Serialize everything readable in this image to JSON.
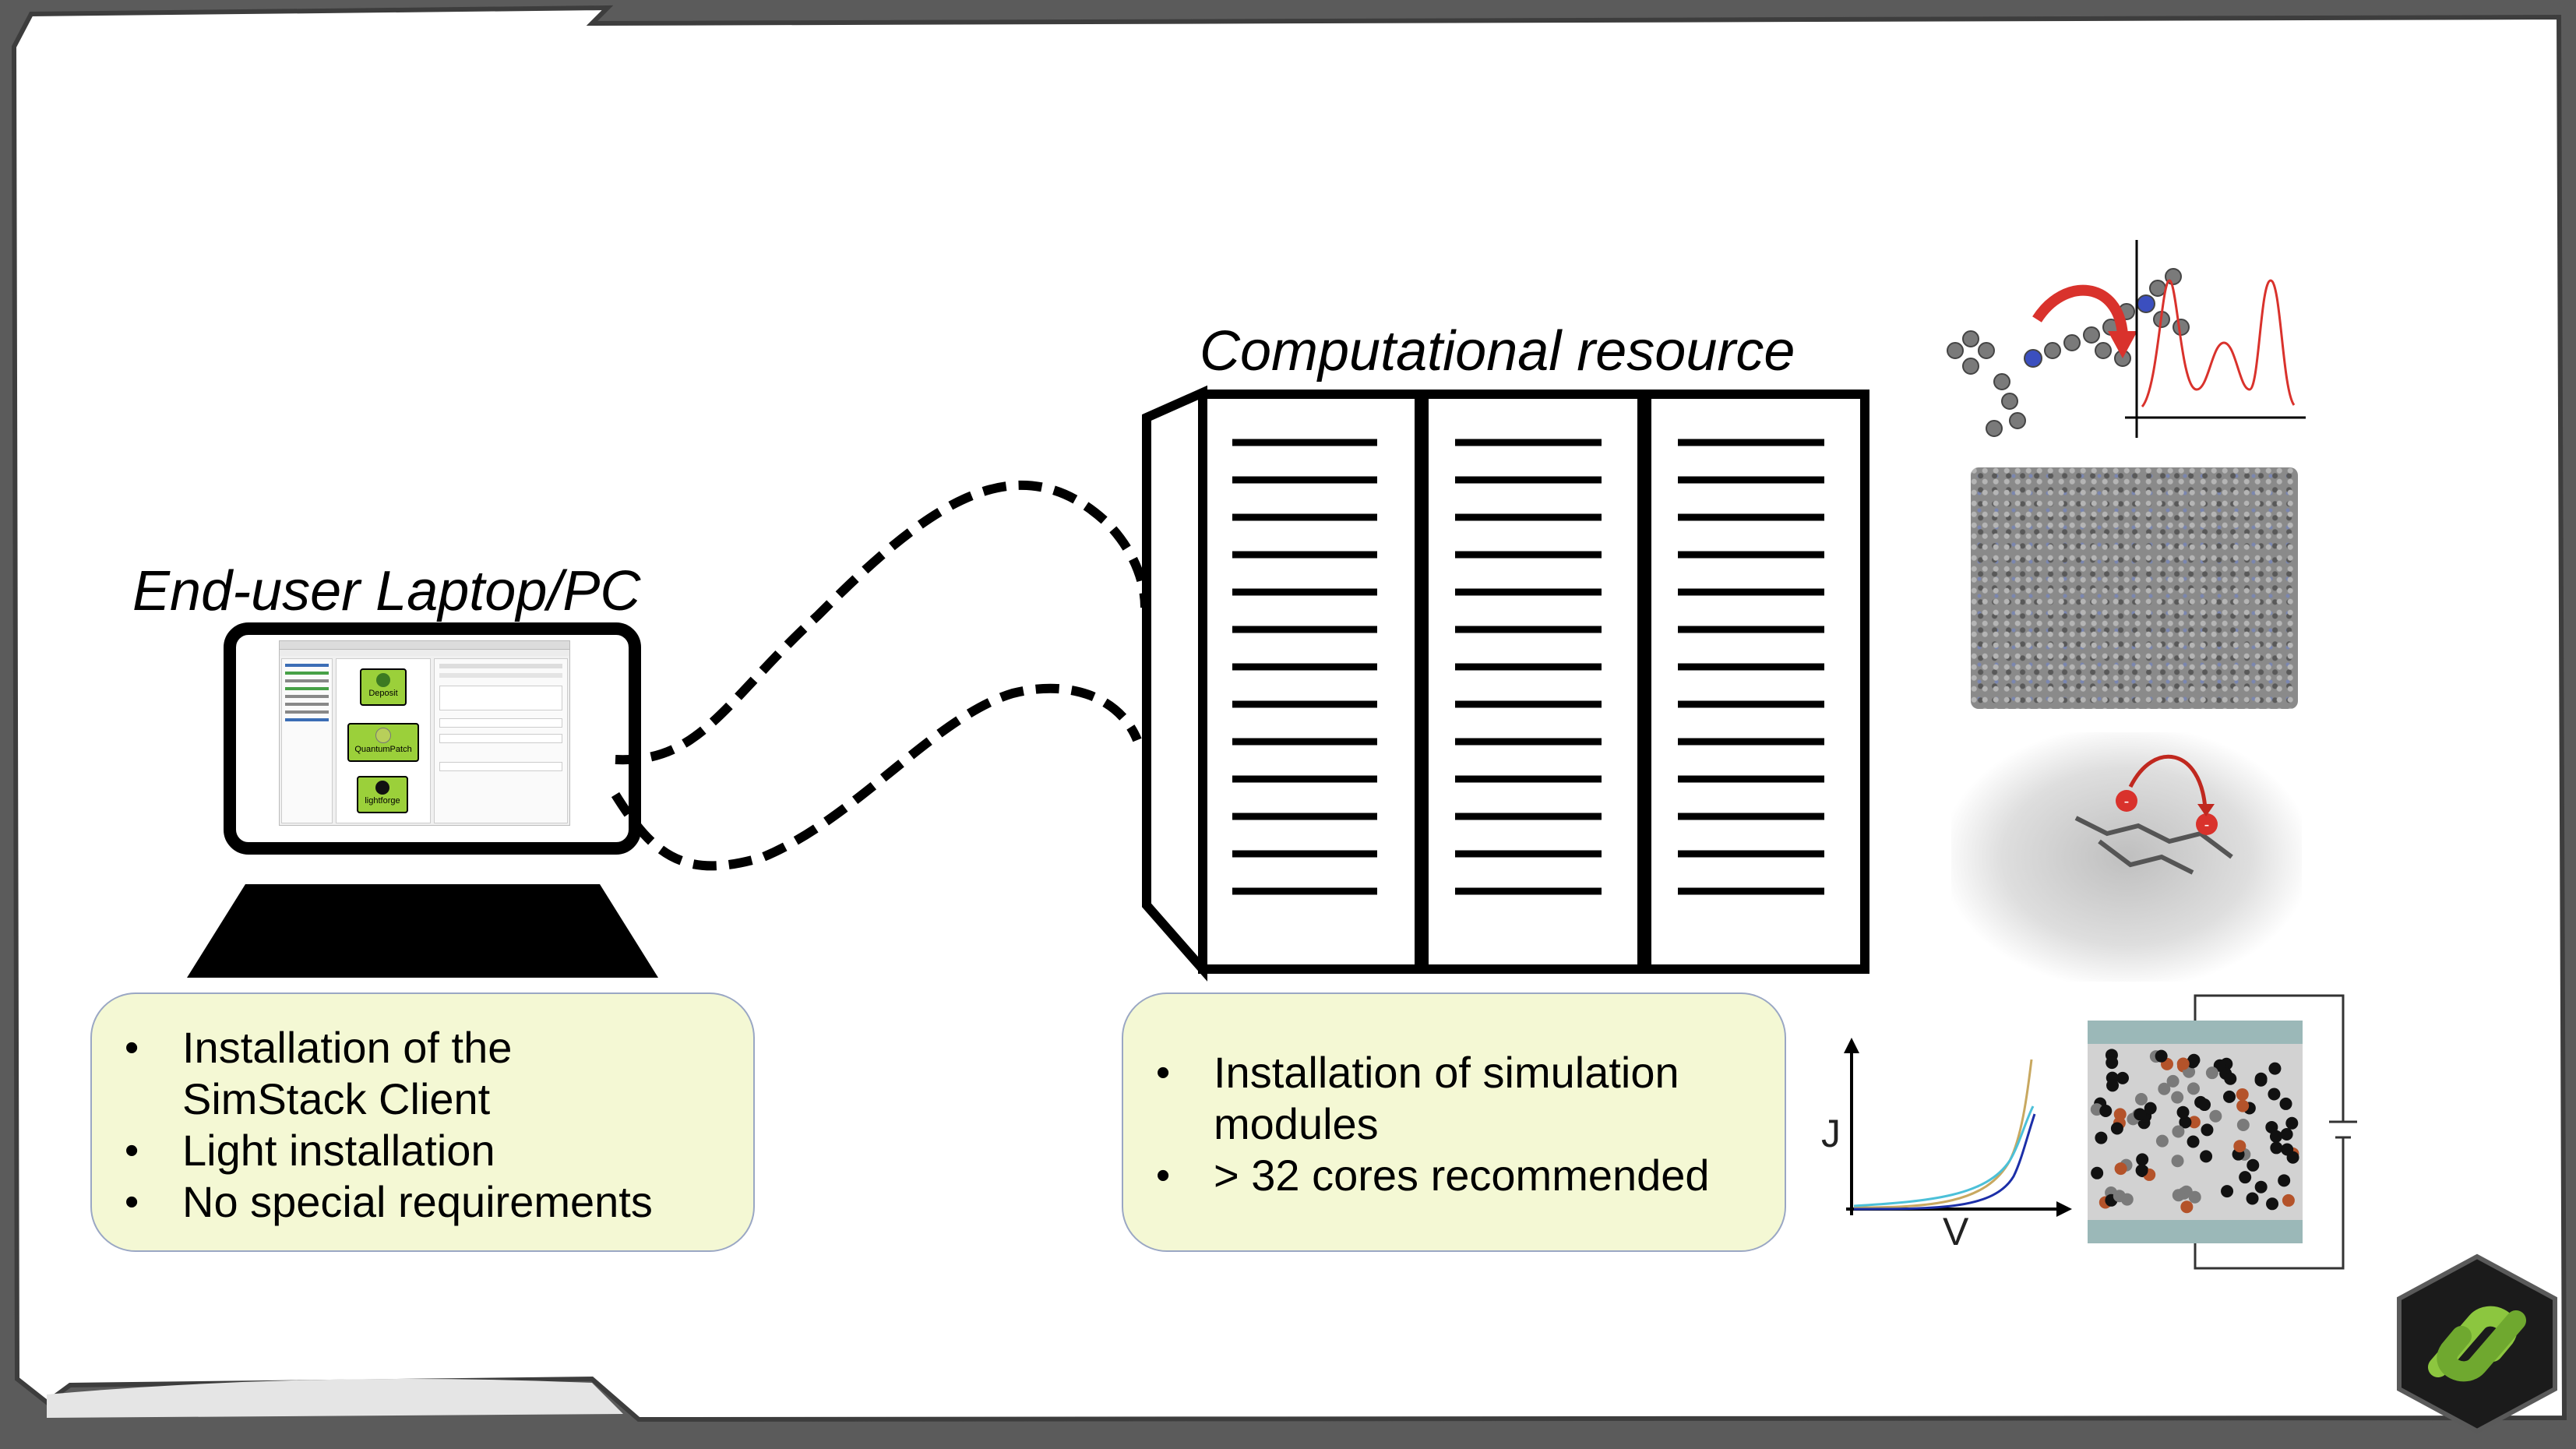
{
  "labels": {
    "laptop_title": "End-user Laptop/PC",
    "resource_title": "Computational resource"
  },
  "laptop_box": {
    "items": [
      "Installation of the SimStack Client",
      "Light installation",
      "No special requirements"
    ]
  },
  "resource_box": {
    "items": [
      "Installation of simulation modules",
      "> 32 cores recommended"
    ]
  },
  "laptop_screen": {
    "nodes": [
      "Deposit",
      "QuantumPatch",
      "lightforge"
    ]
  },
  "iv_plot": {
    "y_axis": "J",
    "x_axis": "V"
  },
  "colors": {
    "box_fill": "#f4f8d4",
    "box_border": "#9aa7c4",
    "node_green": "#9bd03a",
    "logo_green": "#8cc63f",
    "curve_red": "#d9322c"
  }
}
